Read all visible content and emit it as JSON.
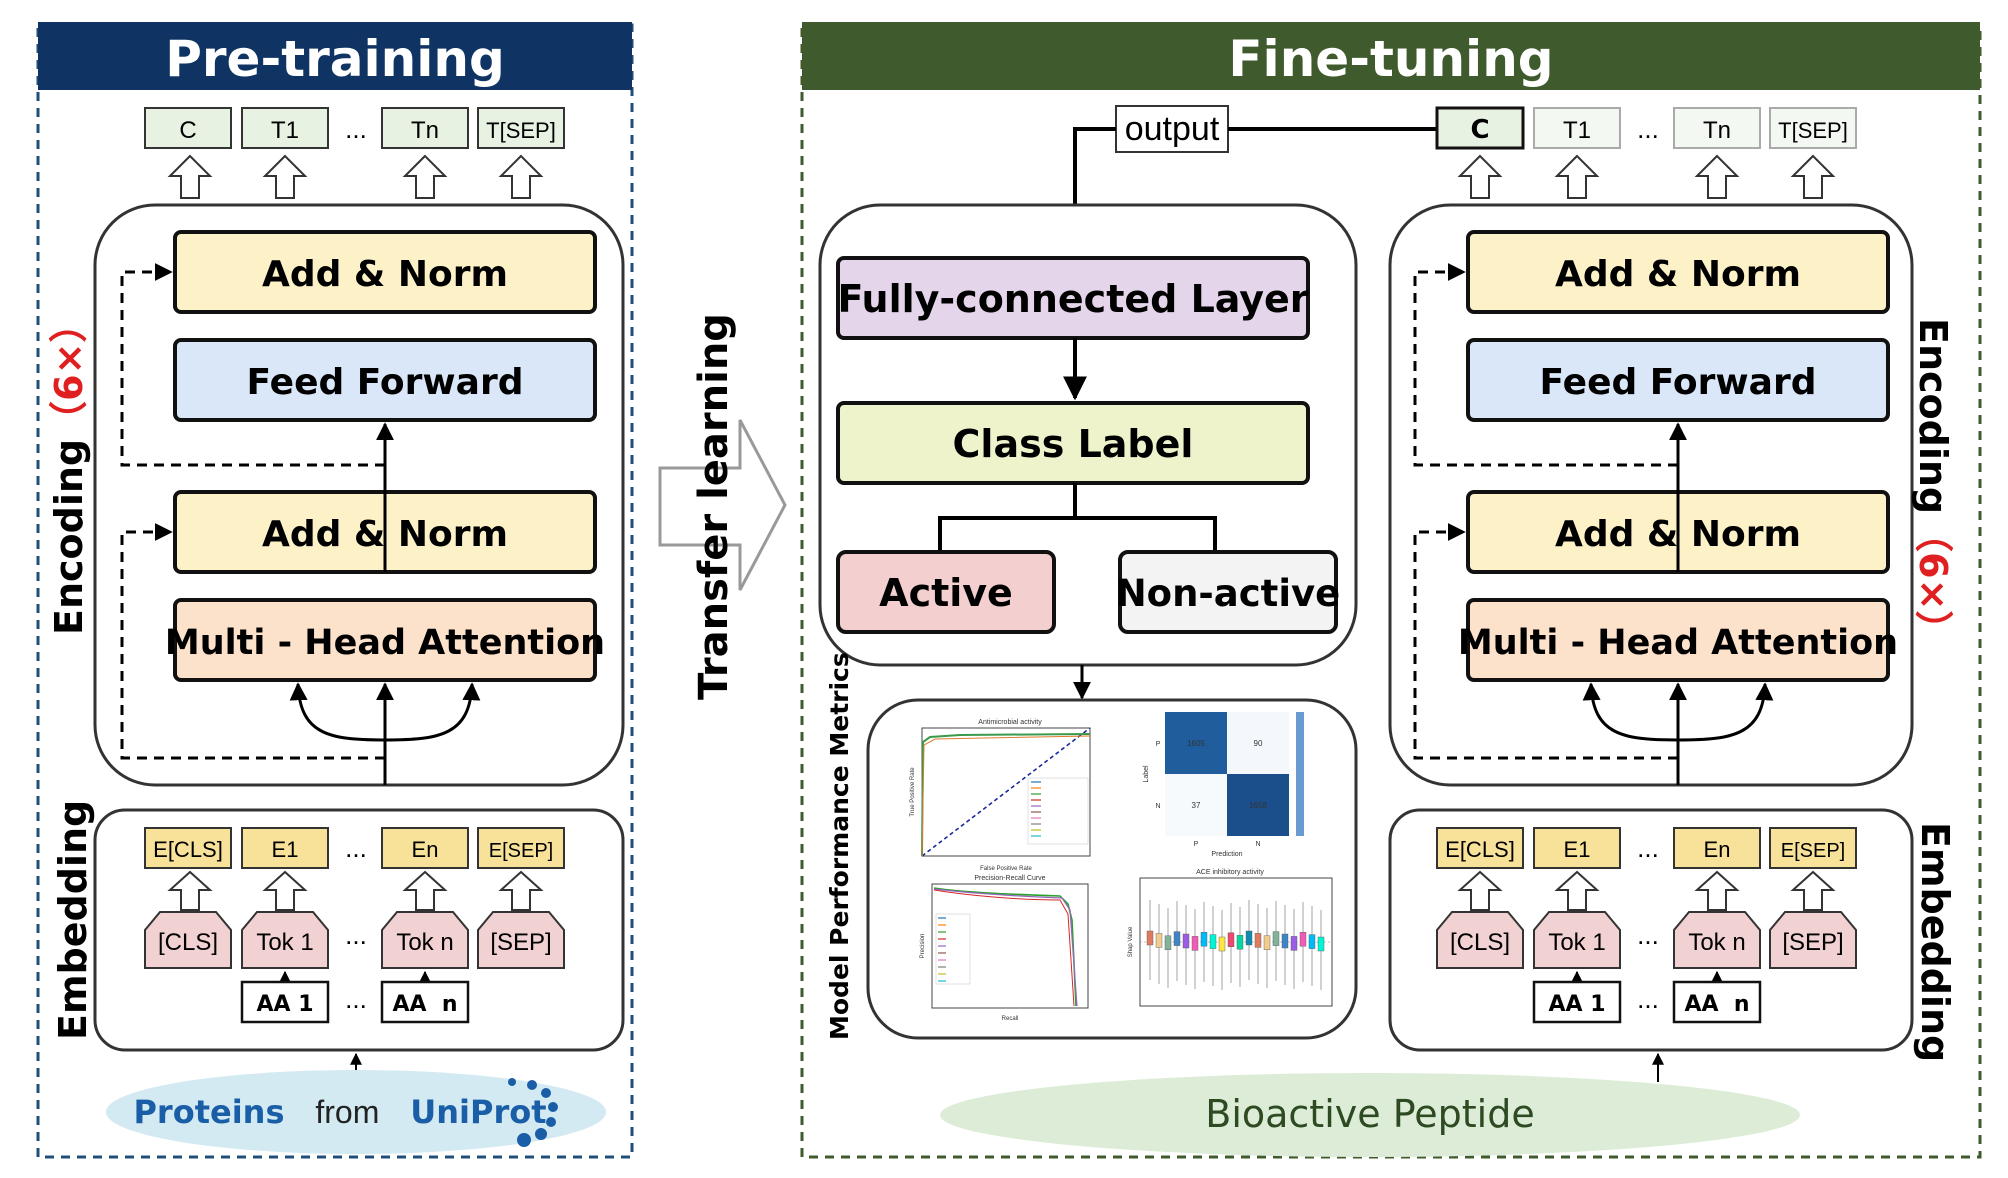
{
  "pretraining": {
    "title": "Pre-training",
    "outputs": [
      "C",
      "T1",
      "...",
      "Tn",
      "T[SEP]"
    ],
    "encoding_label": "Encoding",
    "encoding_mult": "（6×）",
    "add_norm_top": "Add & Norm",
    "feed_forward": "Feed Forward",
    "add_norm_bottom": "Add & Norm",
    "multi_head": "Multi - Head Attention",
    "embedding_label": "Embedding",
    "embeddings": [
      "E[CLS]",
      "E1",
      "...",
      "En",
      "E[SEP]"
    ],
    "tokens": [
      "[CLS]",
      "Tok 1",
      "...",
      "Tok n",
      "[SEP]"
    ],
    "amino_acids": [
      "AA 1",
      "...",
      "AA  n"
    ],
    "source_proteins": "Proteins",
    "source_from": "from",
    "source_uniprot": "UniProt"
  },
  "transfer_label": "Transfer learning",
  "finetuning": {
    "title": "Fine-tuning",
    "output_label": "output",
    "outputs": [
      "C",
      "T1",
      "...",
      "Tn",
      "T[SEP]"
    ],
    "fully_connected": "Fully-connected Layer",
    "class_label": "Class Label",
    "active": "Active",
    "non_active": "Non-active",
    "metrics_label": "Model Performance Metrics",
    "encoding_label": "Encoding",
    "encoding_mult": "（6×）",
    "add_norm_top": "Add & Norm",
    "feed_forward": "Feed Forward",
    "add_norm_bottom": "Add & Norm",
    "multi_head": "Multi - Head Attention",
    "embedding_label": "Embedding",
    "embeddings": [
      "E[CLS]",
      "E1",
      "...",
      "En",
      "E[SEP]"
    ],
    "tokens": [
      "[CLS]",
      "Tok 1",
      "...",
      "Tok n",
      "[SEP]"
    ],
    "amino_acids": [
      "AA 1",
      "...",
      "AA  n"
    ],
    "source": "Bioactive Peptide"
  },
  "thumbnails": {
    "roc_title": "Antimicrobial activity",
    "roc_xlabel": "False Positive Rate",
    "roc_ylabel": "True Positive Rate",
    "cm_values": [
      "1605",
      "90",
      "37",
      "1658"
    ],
    "cm_axis_p": "P",
    "cm_axis_n": "N",
    "cm_xlabel": "Prediction",
    "cm_ylabel": "Label",
    "pr_title": "Precision-Recall Curve",
    "pr_xlabel": "Recall",
    "pr_ylabel": "Precision",
    "box_title": "ACE inhibitory activity",
    "box_ylabel": "Shap Value"
  },
  "colors": {
    "pretrain_header": "#0f3463",
    "finetune_header": "#3f5a2c",
    "add_norm": "#fdf1c7",
    "feed_forward": "#dae7f8",
    "multi_head": "#fde2cb",
    "fully_connected": "#e4d5ea",
    "class_label": "#eef3cc",
    "active": "#f3cfcf",
    "non_active": "#f3f3f3",
    "output_box": "#e7f2e3",
    "embedding_box": "#f8e29a",
    "token_box": "#f1d1d1",
    "source_ellipse_left": "#d3eaf2",
    "source_ellipse_right": "#dcecd6",
    "multiplier_red": "#e02020",
    "uniprot_blue": "#1a5ea8"
  }
}
